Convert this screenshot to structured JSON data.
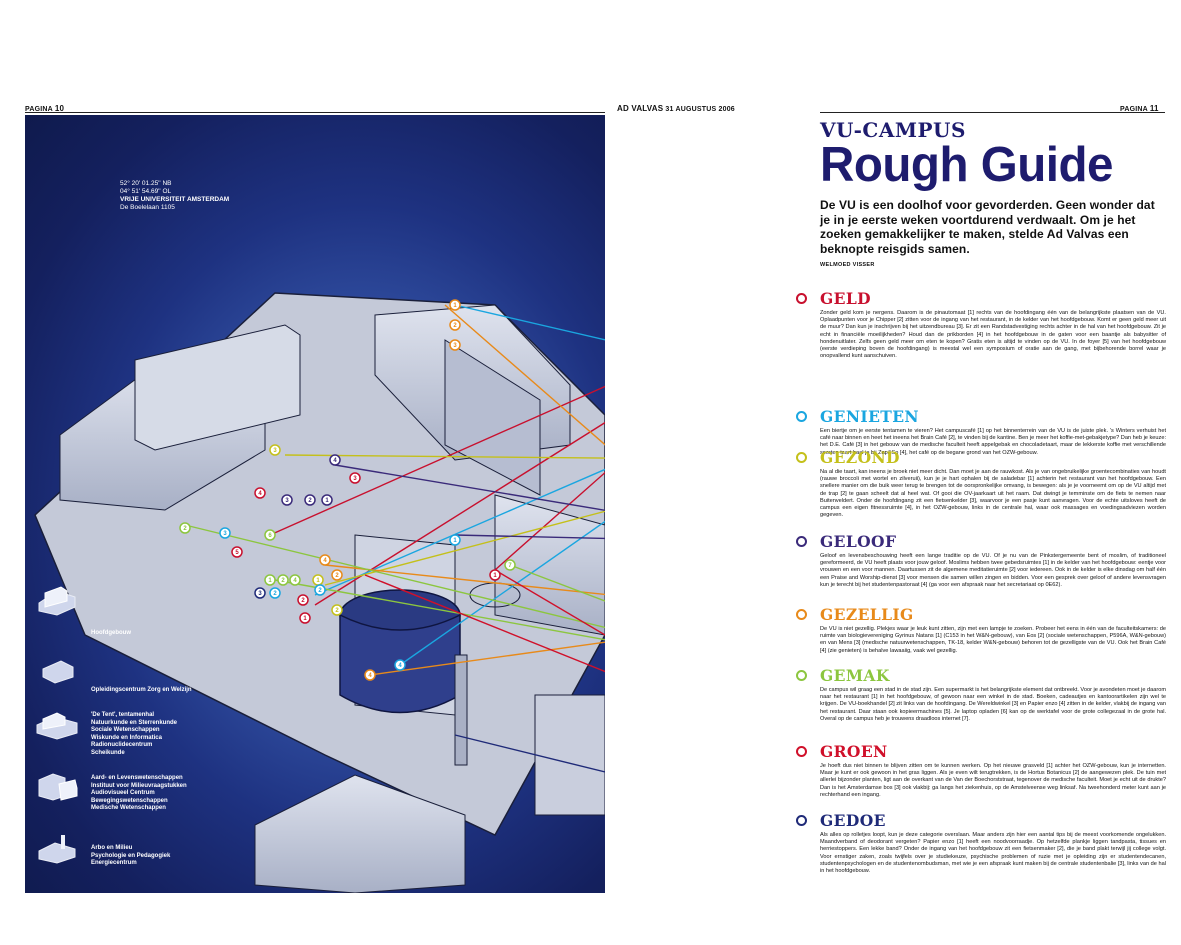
{
  "header": {
    "page_left_prefix": "PAGINA",
    "page_left_number": "10",
    "publication": "AD VALVAS",
    "date": "31 AUGUSTUS 2006",
    "page_right_prefix": "PAGINA",
    "page_right_number": "11"
  },
  "map": {
    "coord_lat": "52° 20' 01.25'' NB",
    "coord_lon": "04° 51' 54.69'' OL",
    "coord_name": "VRIJE UNIVERSITEIT AMSTERDAM",
    "coord_street": "De Boelelaan 1105"
  },
  "legend": [
    {
      "icon": "building-icon",
      "text": "Hoofdgebouw"
    },
    {
      "icon": "building-icon",
      "text": "Opleidingscentrum Zorg en Welzijn"
    },
    {
      "icon": "building-icon",
      "text": "'De Tent', tentamenhal\nNatuurkunde en Sterrenkunde\nSociale Wetenschappen\nWiskunde en Informatica\nRadionuclidecentrum\nScheikunde"
    },
    {
      "icon": "building-icon",
      "text": "Aard- en Levenswetenschappen\nInstituut voor Milieuvraagstukken\nAudiovisueel Centrum\nBewegingswetenschappen\nMedische Wetenschappen"
    },
    {
      "icon": "building-icon",
      "text": "Arbo en Milieu\nPsychologie en Pedagogiek\nEnergiecentrum"
    }
  ],
  "article": {
    "kicker": "VU-CAMPUS",
    "headline": "Rough Guide",
    "intro": "De VU is een doolhof voor gevorderden. Geen wonder dat je in je eerste weken voortdurend verdwaalt. Om je het zoeken gemakkelijker te maken, stelde Ad Valvas een beknopte reisgids samen.",
    "byline": "WELMOED VISSER"
  },
  "sections": [
    {
      "title": "GELD",
      "color": "#c8102e",
      "body": "Zonder geld kom je nergens. Daarom is de pinautomaat [1] rechts van de hoofdingang één van de belangrijkste plaatsen van de VU. Oplaadpunten voor je Chipper [2] zitten voor de ingang van het restaurant, in de kelder van het hoofdgebouw. Komt er geen geld meer uit de muur? Dan kun je inschrijven bij het uitzendbureau [3]. Er zit een Randstadvestiging rechts achter in de hal van het hoofdgebouw. Zit je echt in financiële moeilijkheden? Houd dan de prikborden [4] in het hoofdgebouw in de gaten voor een baantje als babysitter of hondenuitlater. Zelfs geen geld meer om eten te kopen? Gratis eten is altijd te vinden op de VU. In de foyer [5] van het hoofdgebouw (eerste verdieping boven de hoofdingang) is meestal wel een symposium of oratie aan de gang, met bijbehorende borrel waar je onopvallend kunt aanschuiven."
    },
    {
      "title": "GENIETEN",
      "color": "#1aa6e0",
      "body": "Een biertje om je eerste tentamen te vieren? Het campuscafé [1] op het binnenterrein van de VU is de juiste plek. 's Winters verhuist het café naar binnen en heet het ineens het Brain Café [2], te vinden bij de kantine. Ben je meer het koffie-met-gebakjetype? Dan heb je keuze: het D.E. Café [3] in het gebouw van de medische faculteit heeft appelgebak en chocoladetaart, maar de lekkerste koffie met verschillende soorten taart haal je bij Zap&So [4], het café op de begane grond van het OZW-gebouw."
    },
    {
      "title": "GEZOND",
      "color": "#c4c01a",
      "body": "Na al die taart, kan ineens je broek niet meer dicht. Dan moet je aan de rauwkost. Als je van ongebruikelijke groentecombinaties van houdt (rauwe broccoli met wortel en zilveruii), kun je je hart ophalen bij de saladebar [1] achterin het restaurant van het hoofdgebouw. Een snellere manier om die buik weer terug te brengen tot de oorspronkelijke omvang, is bewegen: als je je voorneemt om op de VU altijd met de trap [2] te gaan scheelt dat al heel wat. Of gooi die OV-jaarkaart uit het raam. Dat dwingt je temminste om de fiets te nemen naar Buitenveldert. Onder de hoofdingang zit een fietsenkelder [3], waarvoor je een pasje kunt aanvragen. Voor de echte uitsloves heeft de campus een eigen fitnessruimte [4], in het OZW-gebouw, links in de centrale hal, waar ook massages en voedingsadviezen worden gegeven."
    },
    {
      "title": "GELOOF",
      "color": "#3a2a7a",
      "body": "Geloof en levensbeschouwing heeft een lange traditie op de VU. Of je nu van de Pinkstergemeente bent of moslim, of traditioneel gereformeerd, de VU heeft plaats voor jouw geloof. Moslims hebben twee gebedsruimtes [1] in de kelder van het hoofdgebouw: eentje voor vrouwen en een voor mannen. Daartussen zit de algemene meditatieruimte [2] voor iedereen. Ook in de kelder is elke dinsdag om half één een Praise and Worship-dienst [3] voor mensen die samen willen zingen en bidden. Voor een gesprek over geloof of andere levensvragen kun je terecht bij het studentenpastoraat [4] (ga voor een afspraak naar het secretariaat op 0E62)."
    },
    {
      "title": "GEZELLIG",
      "color": "#e88a1a",
      "body": "De VU is niet gezellig. Plekjes waar je leuk kunt zitten, zijn met een lampje te zoeken. Probeer het eens in één van de faculteitskamers: de ruimte van biologievereniging Gyrinus Natans [1] (C153 in het W&N-gebouw), van Eos [2] (sociale wetenschappen, P596A, W&N-gebouw) en van Mens [3] (medische natuurwetenschappen, TK-18, kelder W&N-gebouw) behoren tot de gezelligste van de VU. Ook het Brain Café [4] (zie genieten) is behalve lawaaiig, vaak wel gezellig."
    },
    {
      "title": "GEMAK",
      "color": "#8cc63f",
      "body": "De campus wil graag een stad in de stad zijn. Een supermarkt is het belangrijkste element dat ontbreekt. Voor je avondeten moet je daarom naar het restaurant [1] in het hoofdgebouw, of gewoon naar een winkel in de stad. Boeken, cadeautjes en kantoorartikelen zijn wel te krijgen. De VU-boekhandel [2] zit links van de hoofdingang. De Wereldwinkel [3] en Papier enzo [4] zitten in de kelder, vlakbij de ingang van het restaurant. Daar staan ook kopieermachines [5]. Je laptop opladen [6] kan op de werktafel voor de grote collegezaal in de grote hal. Overal op de campus heb je trouwens draadloos internet [7]."
    },
    {
      "title": "GROEN",
      "color": "#d0102a",
      "body": "Je hoeft dus niet binnen te blijven zitten om te kunnen werken. Op het nieuwe grasveld [1] achter het OZW-gebouw, kun je internetten. Maar je kunt er ook gewoon in het gras liggen. Als je even wilt terugtrekken, is de Hortus Botanicus [2] de aangewezen plek. De tuin met allerlei bijzonder planten, ligt aan de overkant van de Van der Boechorststraat, tegenover de medische faculteit. Moet je echt uit de drukte? Dan is het Amsterdamse bos [3] ook vlakbij: ga langs het ziekenhuis, op de Amstelveense weg linksaf. Na tweehonderd meter kunt aan je rechterhand een ingang."
    },
    {
      "title": "GEDOE",
      "color": "#1f2a78",
      "body": "Als alles op rolletjes loopt, kun je deze categorie overslaan. Maar anders zijn hier een aantal tips bij de meest voorkomende ongelukken. Maandverband of deodorant vergeten? Papier enzo [1] heeft een noodvoorraadje. Op hetzelfde plankje liggen tandpasta, tissues en herriestoppers. Een lekke band? Onder de ingang van het hoofdgebouw zit een fietsenmaker [2], die je band plakt terwijl jij college volgt. Voor ernstiger zaken, zoals twijfels over je studiekeuze, psychische problemen of ruzie met je opleiding zijn er studentendecanen, studentenpsychologen en de studentenombudsman, met wie je een afspraak kunt maken bij de centrale studentenbalie [3], links van de hal in het hoofdgebouw."
    }
  ]
}
